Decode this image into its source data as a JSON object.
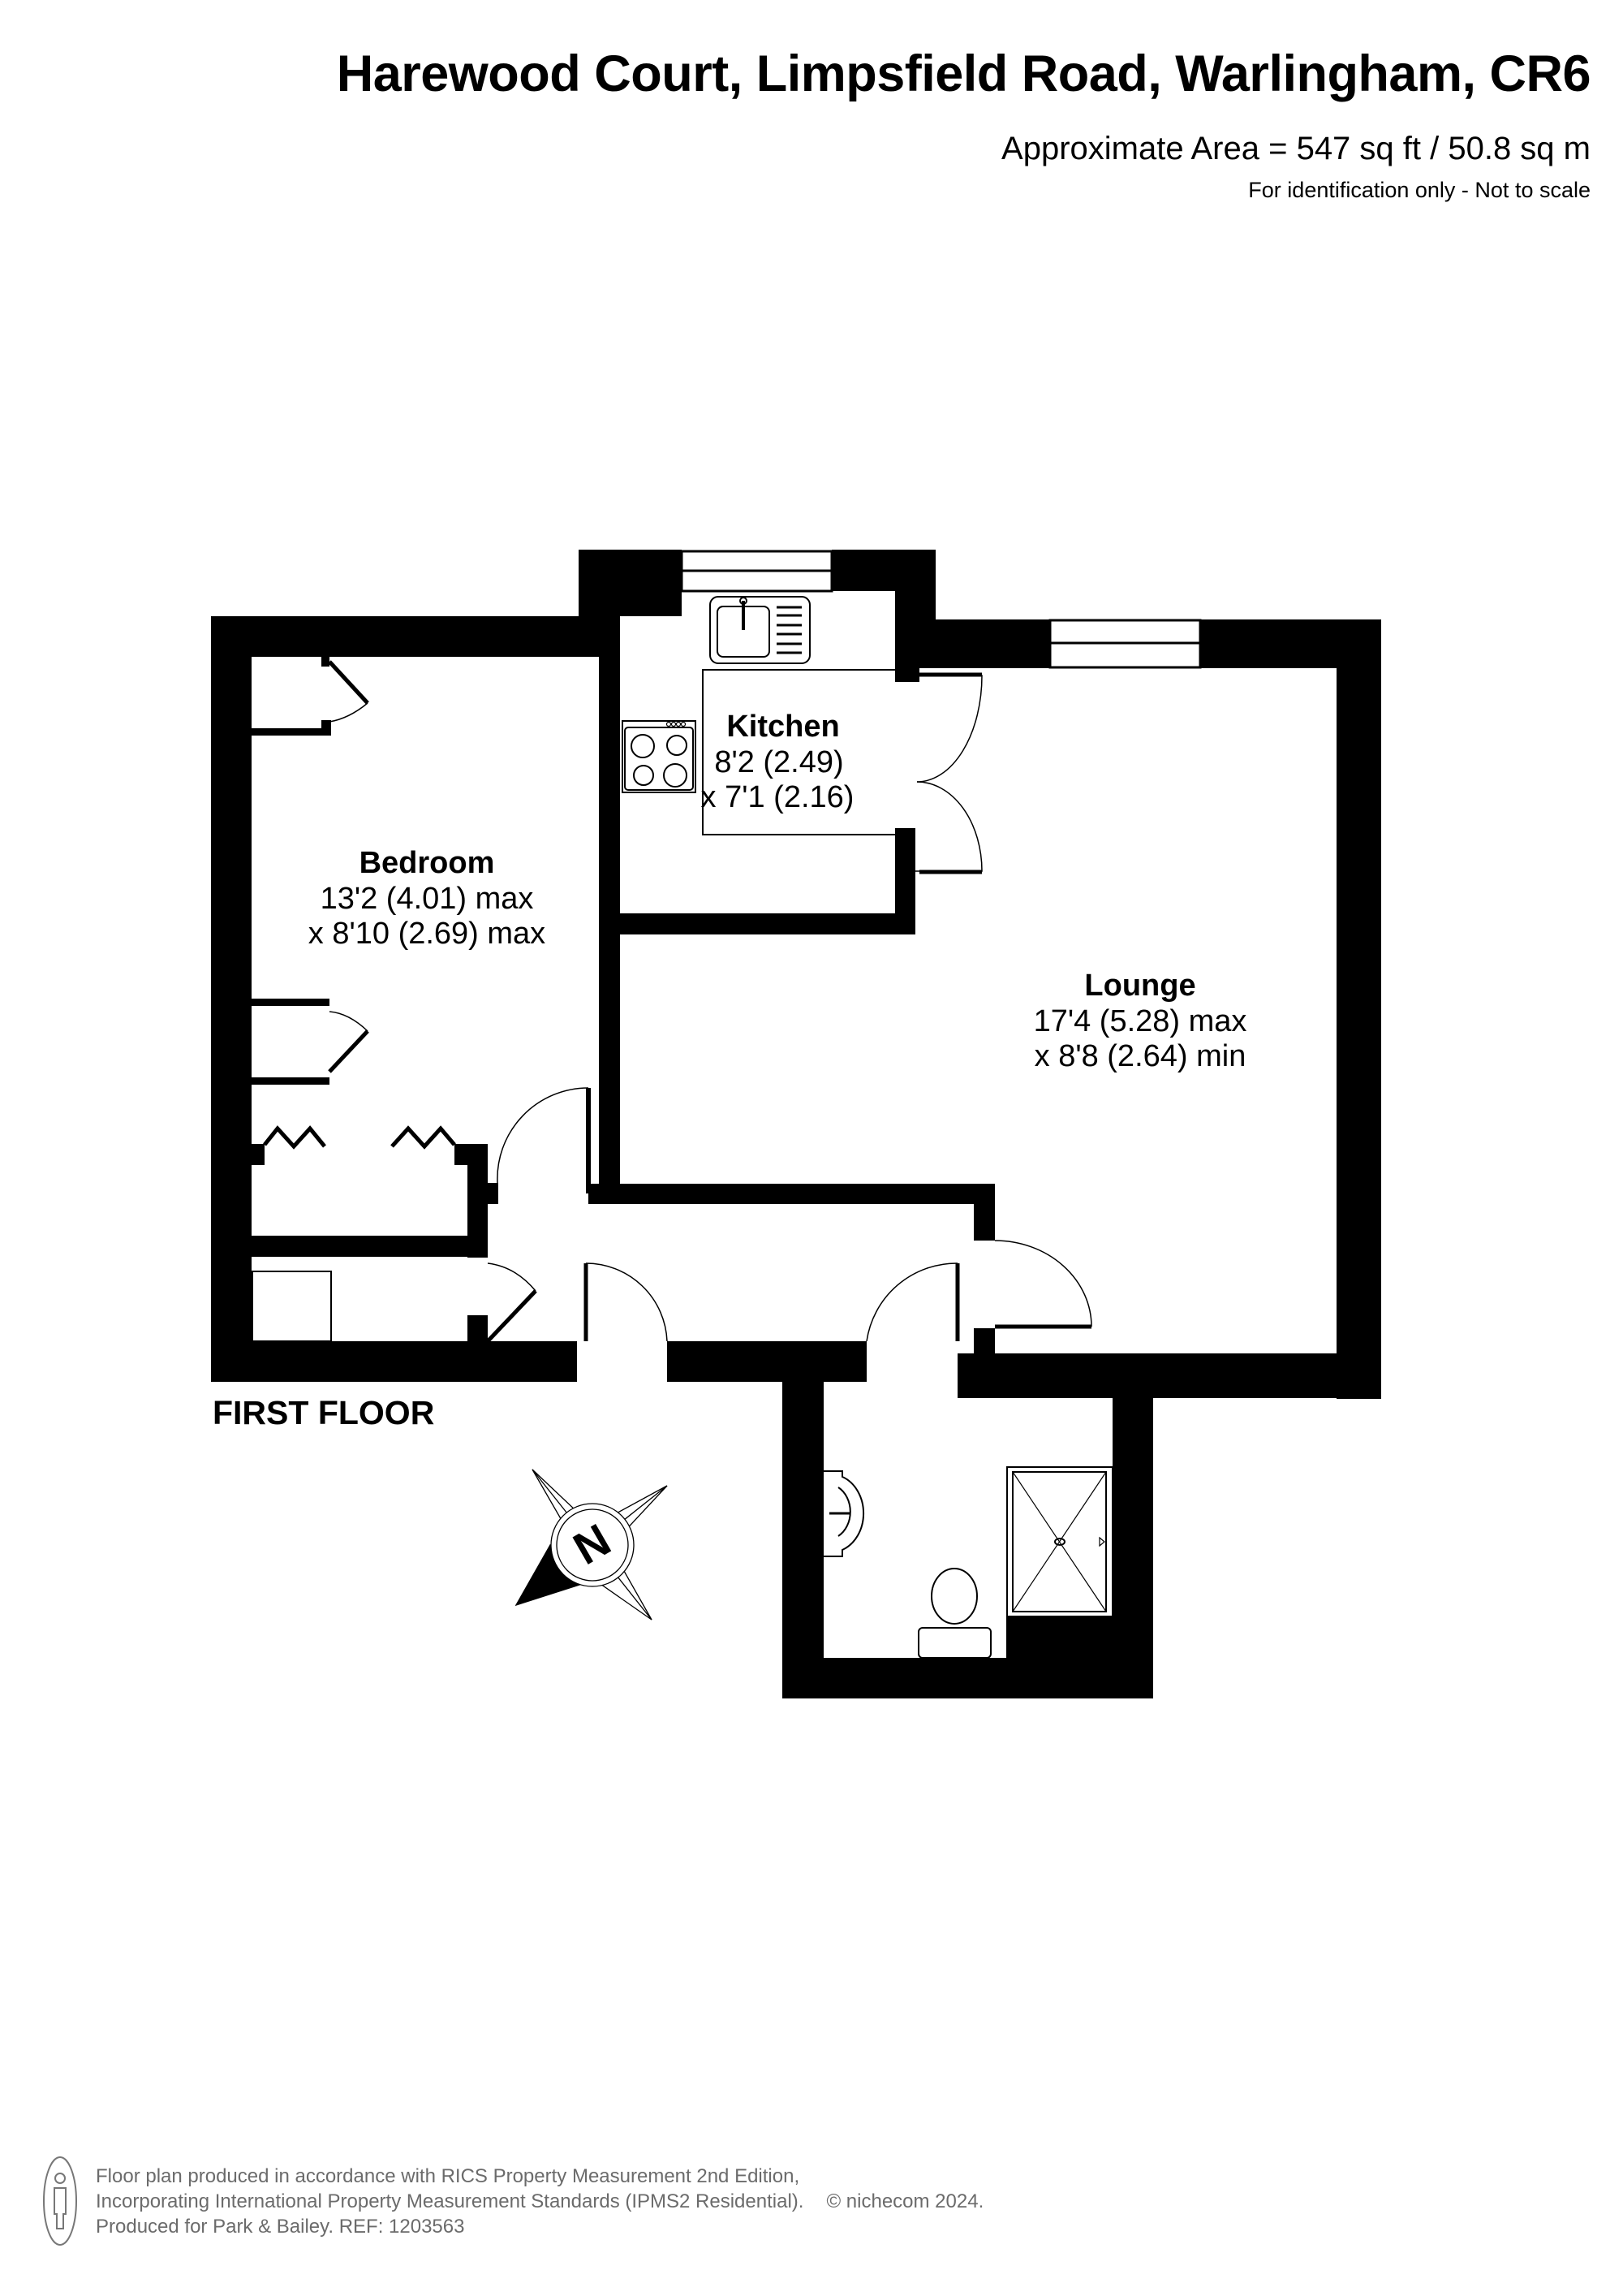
{
  "header": {
    "title": "Harewood Court, Limpsfield Road, Warlingham, CR6",
    "area": "Approximate Area = 547 sq ft / 50.8 sq m",
    "note": "For identification only - Not to scale"
  },
  "floor": {
    "label": "FIRST FLOOR"
  },
  "rooms": [
    {
      "name": "Kitchen",
      "dim1": "8'2 (2.49)",
      "dim2": "x 7'1 (2.16)"
    },
    {
      "name": "Bedroom",
      "dim1": "13'2 (4.01) max",
      "dim2": "x 8'10 (2.69) max"
    },
    {
      "name": "Lounge",
      "dim1": "17'4 (5.28) max",
      "dim2": "x 8'8 (2.64) min"
    }
  ],
  "compass": {
    "letter": "N"
  },
  "footer": {
    "line1": "Floor plan produced in accordance with RICS Property Measurement 2nd Edition,",
    "line2": "Incorporating International Property Measurement Standards (IPMS2 Residential).",
    "copyright": "© nichecom 2024.",
    "line3": "Produced for Park & Bailey.   REF: 1203563"
  },
  "colors": {
    "wall": "#000000",
    "background": "#ffffff",
    "footer_text": "#6b6b6b"
  }
}
